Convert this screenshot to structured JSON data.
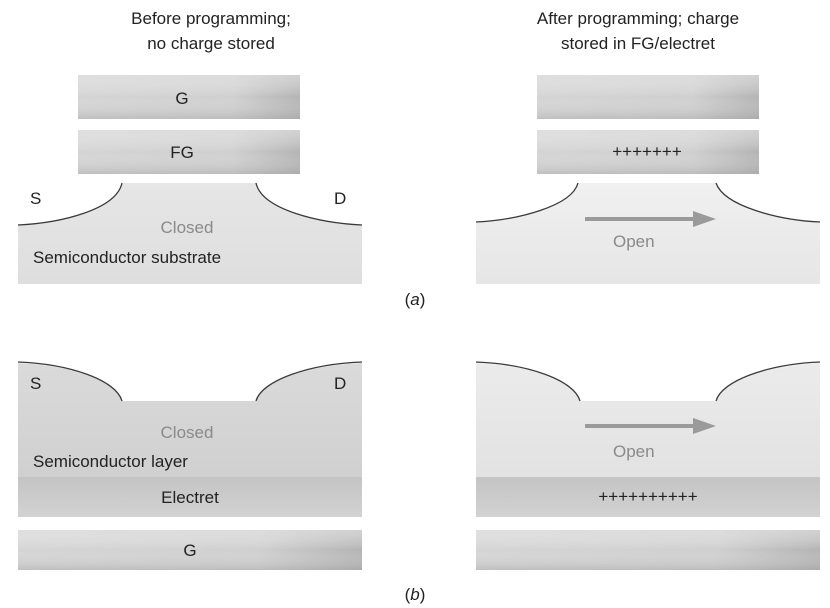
{
  "headers": {
    "left_line1": "Before programming;",
    "left_line2": "no charge stored",
    "right_line1": "After programming; charge",
    "right_line2": "stored in FG/electret"
  },
  "panel_a": {
    "gate_label": "G",
    "fg_label": "FG",
    "source_label": "S",
    "drain_label": "D",
    "closed_label": "Closed",
    "substrate_label": "Semiconductor substrate",
    "charge_label": "+++++++",
    "open_label": "Open",
    "caption_open": "(",
    "caption_letter": "a",
    "caption_close": ")"
  },
  "panel_b": {
    "source_label": "S",
    "drain_label": "D",
    "closed_label": "Closed",
    "layer_label": "Semiconductor layer",
    "electret_label": "Electret",
    "gate_label": "G",
    "open_label": "Open",
    "charge_label": "++++++++++",
    "caption_open": "(",
    "caption_letter": "b",
    "caption_close": ")"
  },
  "colors": {
    "text": "#222222",
    "muted_text": "#8a8a8a",
    "arrow": "#9a9a9a",
    "substrate_fill": "#e8e8e8",
    "layer_fill": "#d6d6d6"
  }
}
